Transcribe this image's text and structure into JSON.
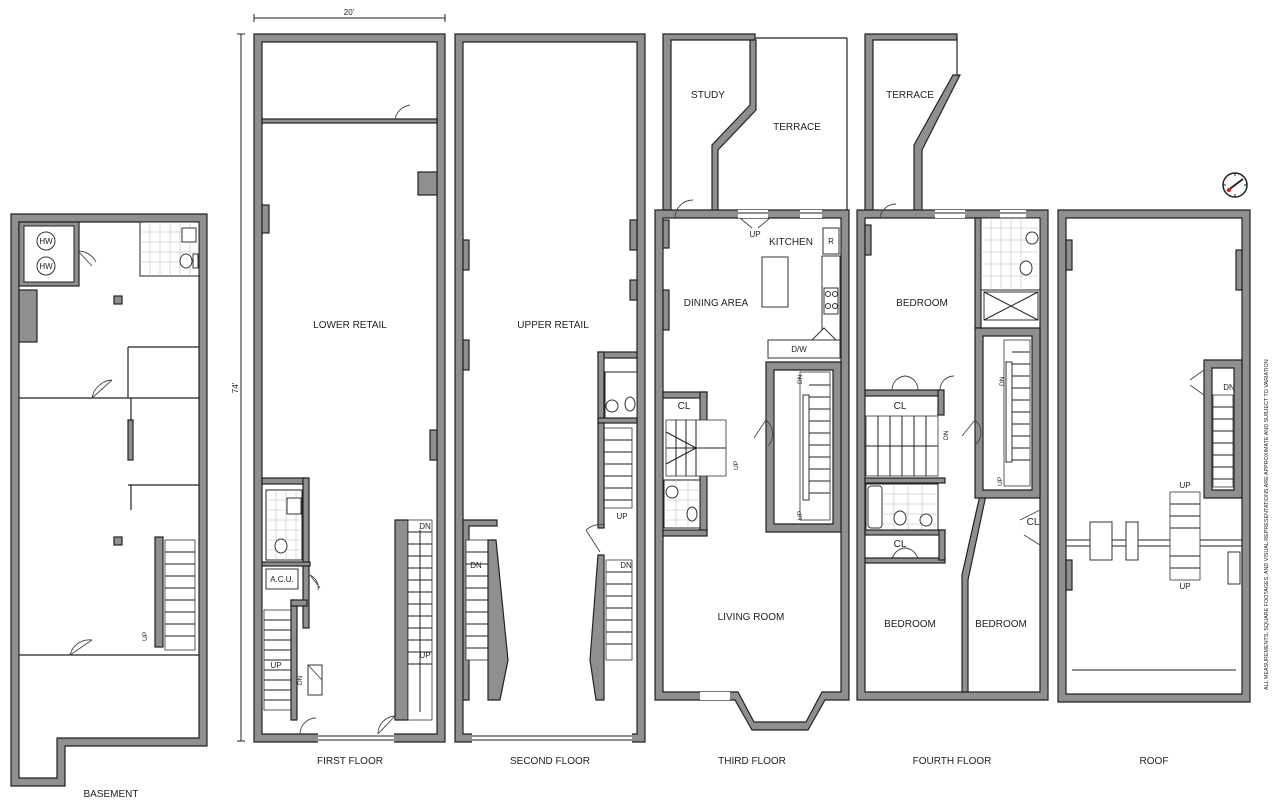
{
  "dimensions": {
    "width_label": "20'",
    "depth_label": "74'"
  },
  "floors": {
    "basement": "BASEMENT",
    "first": "FIRST FLOOR",
    "second": "SECOND FLOOR",
    "third": "THIRD FLOOR",
    "fourth": "FOURTH FLOOR",
    "roof": "ROOF"
  },
  "rooms": {
    "hw": "HW",
    "lower_retail": "LOWER RETAIL",
    "upper_retail": "UPPER RETAIL",
    "acu": "A.C.U.",
    "study": "STUDY",
    "terrace": "TERRACE",
    "kitchen": "KITCHEN",
    "dining_area": "DINING AREA",
    "living_room": "LIVING ROOM",
    "bedroom": "BEDROOM",
    "closet": "CL",
    "dw": "D/W",
    "r": "R"
  },
  "stairs": {
    "up": "UP",
    "dn": "DN"
  },
  "disclaimer": "ALL MEASUREMENTS, SQUARE FOOTAGES, AND VISUAL REPRESENTATIONS ARE APPROXIMATE AND SUBJECT TO VARIATION",
  "compass_icon": "compass-rose"
}
